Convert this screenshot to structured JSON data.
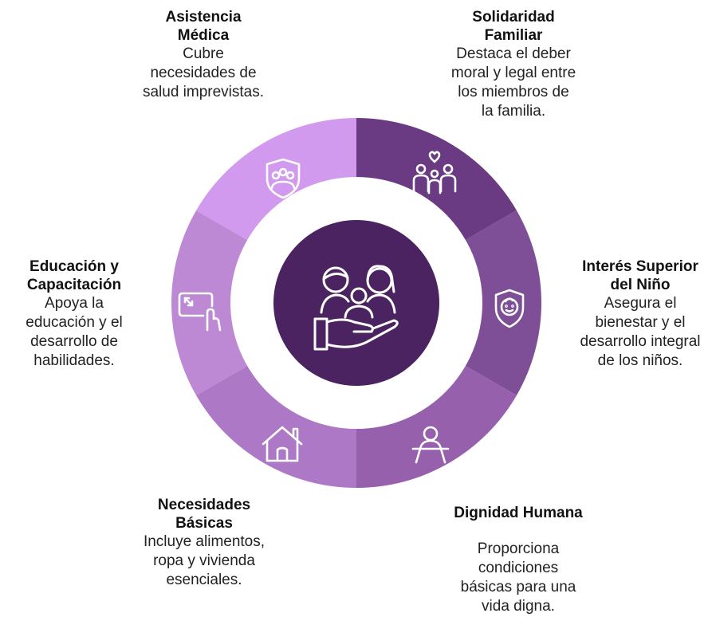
{
  "colors": {
    "center": "#4a2360",
    "inner_ring": "#ffffff",
    "icon_stroke": "#ffffff",
    "segments": {
      "solidaridad": "#6a3b82",
      "interes": "#7e4f96",
      "dignidad": "#9760ad",
      "necesidades": "#ad78c5",
      "educacion": "#bd88d4",
      "asistencia": "#d29aee"
    }
  },
  "center_icon": "family-care-hand-icon",
  "segments": [
    {
      "id": "solidaridad",
      "icon": "family-heart-icon",
      "title_lines": [
        "Solidaridad",
        "Familiar"
      ],
      "desc_lines": [
        "Destaca el deber",
        "moral y legal entre",
        "los miembros de",
        "la familia."
      ]
    },
    {
      "id": "interes",
      "icon": "child-face-shield-icon",
      "title_lines": [
        "Interés Superior",
        "del Niño"
      ],
      "desc_lines": [
        "Asegura el",
        "bienestar y el",
        "desarrollo integral",
        "de los niños."
      ]
    },
    {
      "id": "dignidad",
      "icon": "person-podium-icon",
      "title_lines": [
        "Dignidad Humana"
      ],
      "desc_lines": [
        "Proporciona",
        "condiciones",
        "básicas para una",
        "vida digna."
      ]
    },
    {
      "id": "necesidades",
      "icon": "house-icon",
      "title_lines": [
        "Necesidades",
        "Básicas"
      ],
      "desc_lines": [
        "Incluye alimentos,",
        "ropa y vivienda",
        "esenciales."
      ]
    },
    {
      "id": "educacion",
      "icon": "touch-screen-icon",
      "title_lines": [
        "Educación y",
        "Capacitación"
      ],
      "desc_lines": [
        "Apoya la",
        "educación y el",
        "desarrollo de",
        "habilidades."
      ]
    },
    {
      "id": "asistencia",
      "icon": "people-shield-icon",
      "title_lines": [
        "Asistencia",
        "Médica"
      ],
      "desc_lines": [
        "Cubre",
        "necesidades de",
        "salud imprevistas."
      ]
    }
  ]
}
